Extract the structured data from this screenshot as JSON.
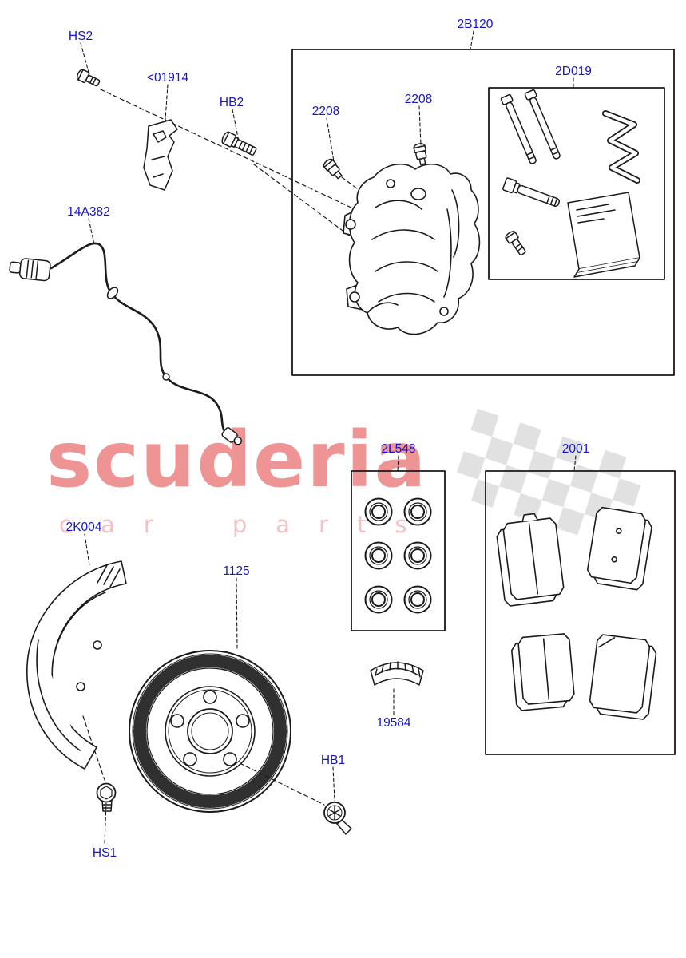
{
  "watermark": {
    "title": "scuderia",
    "subtitle": "car parts",
    "title_color": "#ee9494",
    "subtitle_color": "#f3c2c2",
    "flag_color": "#dadada"
  },
  "colors": {
    "label_text": "#1414cc",
    "line_art": "#1a1a1a",
    "background": "#ffffff"
  },
  "labels": {
    "hs2": "HS2",
    "clip_01914": "<01914",
    "hb2": "HB2",
    "caliper_box": "2B120",
    "sensor_2208_left": "2208",
    "sensor_2208_right": "2208",
    "guide_pin_kit": "2D019",
    "wear_sensor": "14A382",
    "seal_kit": "2L548",
    "brake_pads": "2001",
    "splash_shield": "2K004",
    "brake_disc": "1125",
    "pad_shim": "19584",
    "hb1": "HB1",
    "hs1": "HS1"
  }
}
